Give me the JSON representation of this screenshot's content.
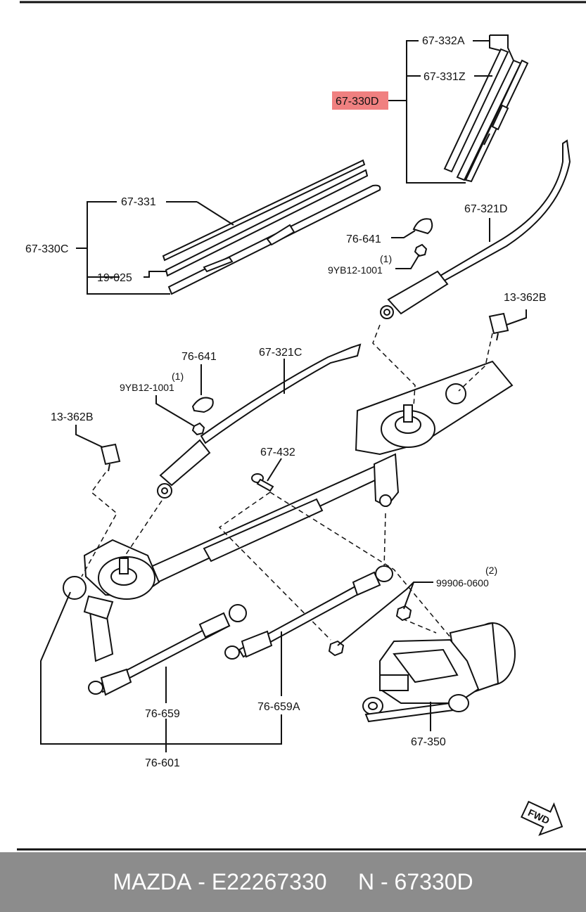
{
  "footer": {
    "brand": "MAZDA",
    "sep1": " - ",
    "part_number": "E22267330",
    "gap": "     ",
    "n_label": "N",
    "sep2": " - ",
    "n_code": "67330D"
  },
  "colors": {
    "highlight": "#f08080",
    "footer_bg": "#8c8c8c",
    "line": "#111111"
  },
  "labels": {
    "l_67332A": "67-332A",
    "l_67331Z": "67-331Z",
    "l_67330D": "67-330D",
    "l_67331": "67-331",
    "l_67330C": "67-330C",
    "l_19025": "19-025",
    "l_67321D": "67-321D",
    "l_76641a": "76-641",
    "l_qty1a": "(1)",
    "l_9YB12a": "9YB12-1001",
    "l_13362Ba": "13-362B",
    "l_76641b": "76-641",
    "l_qty1b": "(1)",
    "l_9YB12b": "9YB12-1001",
    "l_67321C": "67-321C",
    "l_13362Bb": "13-362B",
    "l_67432": "67-432",
    "l_qty2": "(2)",
    "l_99906": "99906-0600",
    "l_76659": "76-659",
    "l_76659A": "76-659A",
    "l_67350": "67-350",
    "l_76601": "76-601",
    "fwd": "FWD"
  }
}
